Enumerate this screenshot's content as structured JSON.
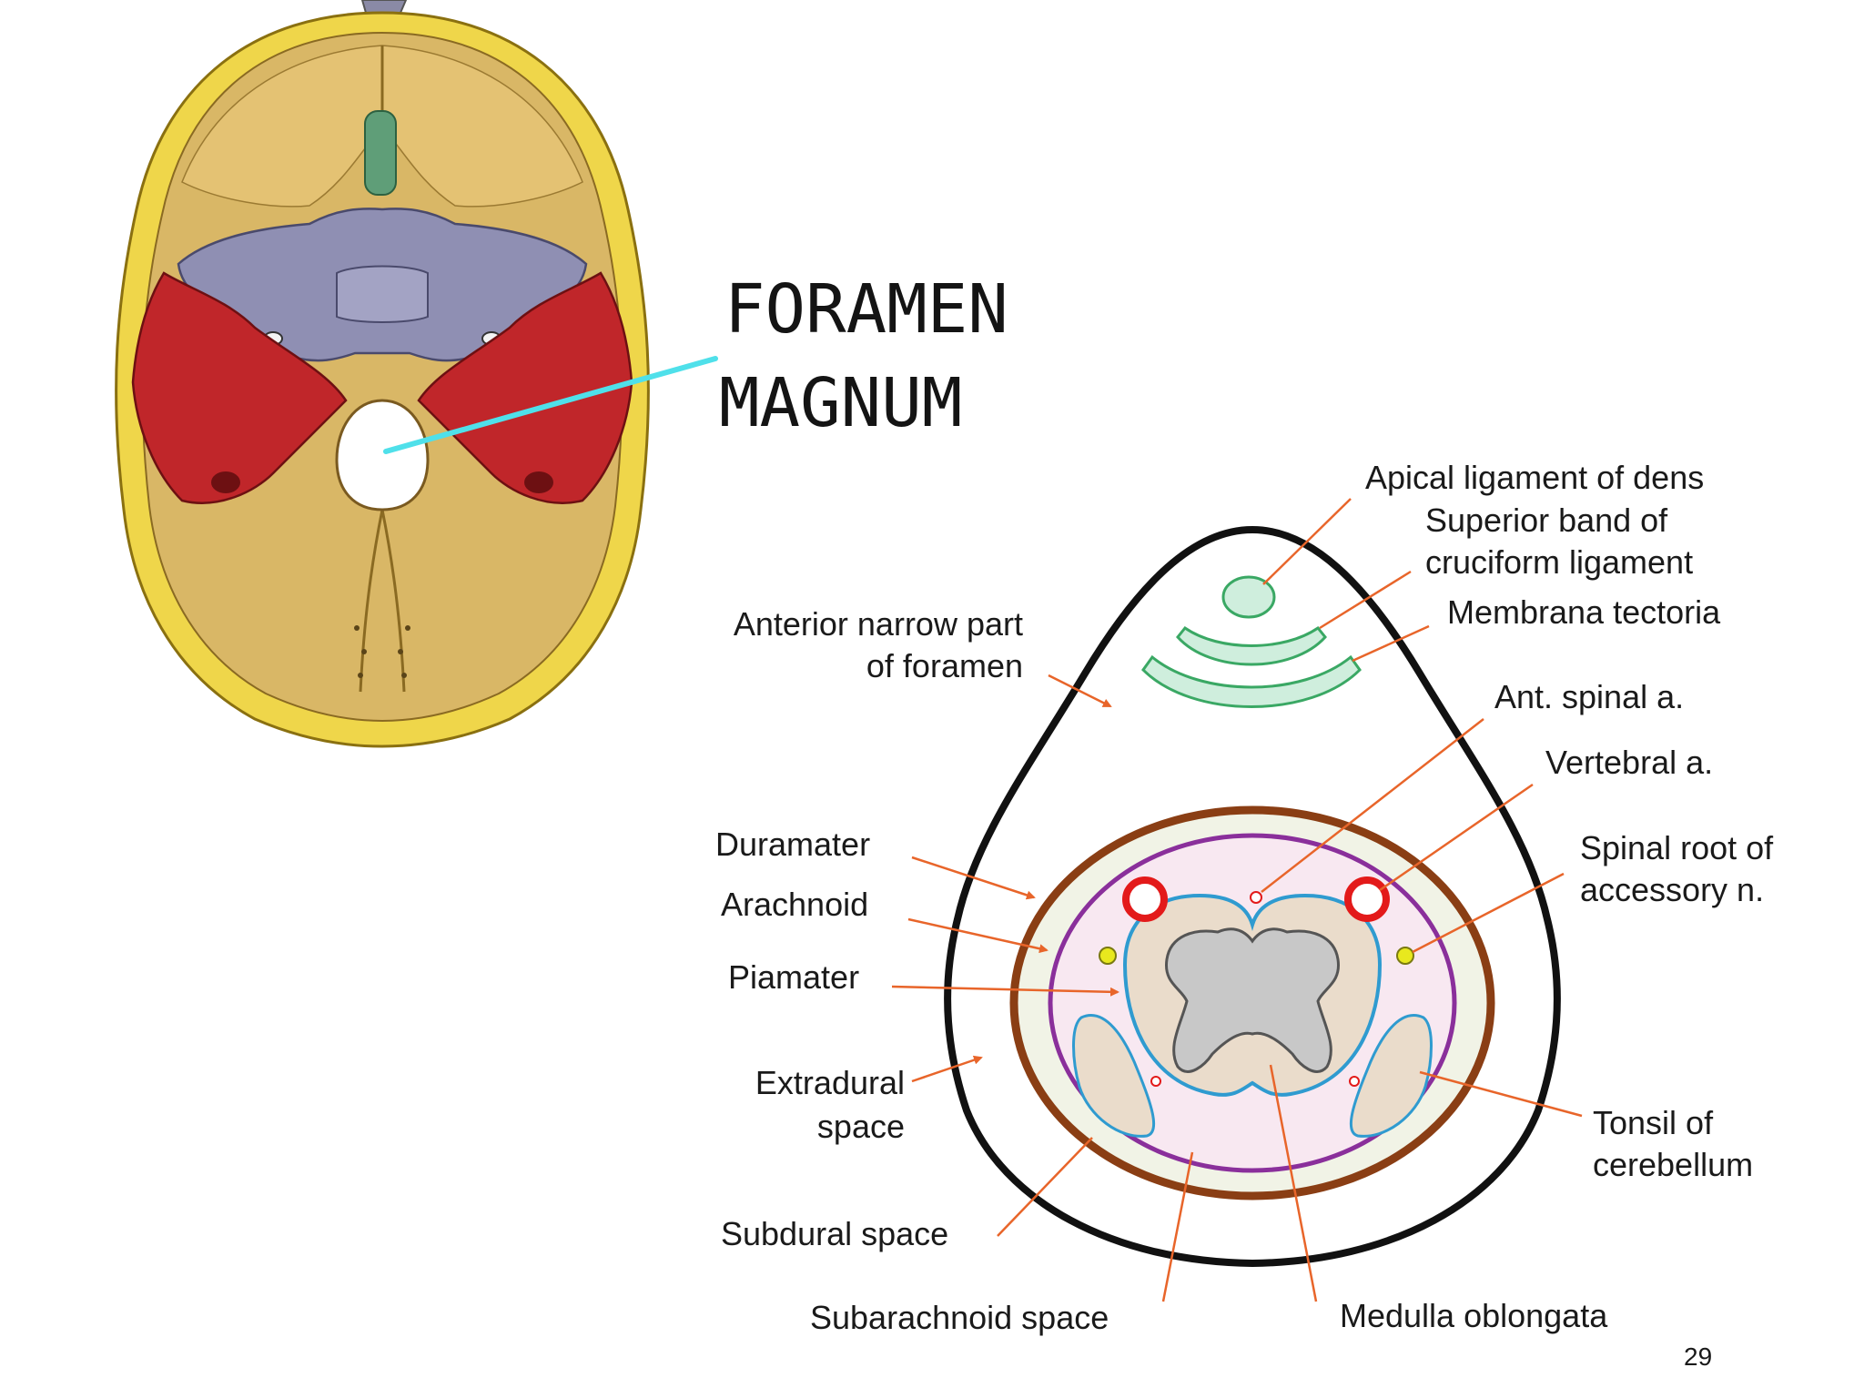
{
  "title": {
    "line1": "FORAMEN",
    "line2": "MAGNUM"
  },
  "labels": {
    "apical": "Apical ligament of dens",
    "superior_1": "Superior band of",
    "superior_2": "cruciform ligament",
    "membrana": "Membrana tectoria",
    "ant_spinal": "Ant. spinal a.",
    "vertebral": "Vertebral a.",
    "spinal_root_1": "Spinal root of",
    "spinal_root_2": "accessory n.",
    "anterior_1": "Anterior narrow part",
    "anterior_2": "of foramen",
    "duramater": "Duramater",
    "arachnoid": "Arachnoid",
    "piamater": "Piamater",
    "extradural_1": "Extradural",
    "extradural_2": "space",
    "subdural": "Subdural space",
    "subarachnoid": "Subarachnoid space",
    "medulla": "Medulla oblongata",
    "tonsil_1": "Tonsil of",
    "tonsil_2": "cerebellum"
  },
  "slide_number": "29",
  "colors": {
    "bone": "#dcb968",
    "bone_rim": "#eccf3a",
    "sphenoid": "#8f8fb3",
    "petrous_red": "#c0262a",
    "leader_cyan": "#4fe0ea",
    "outline": "#111111",
    "ligament_green": "#cfeedd",
    "ligament_stroke": "#3aa864",
    "dura_brown": "#8a3e14",
    "arachnoid_purple": "#8a2f9b",
    "subarachnoid_fill": "#f8e8f1",
    "pia_blue": "#2f9bd0",
    "medulla_fill": "#eadccb",
    "grey_matter": "#c8c8c8",
    "artery_red": "#e31a1a",
    "nerve_yellow": "#e8e81e",
    "arrow_orange": "#e8652a"
  }
}
